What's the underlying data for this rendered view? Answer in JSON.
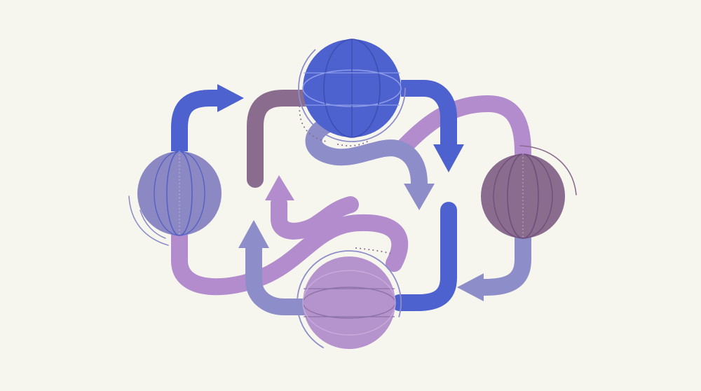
{
  "colors": {
    "background": "#f7f6ee",
    "blue": "#4d61cf",
    "periwinkle": "#8d8dc9",
    "lilac": "#b28ccc",
    "plum": "#8a6c8e",
    "lavender_sphere": "#8b88c4"
  },
  "nodes": [
    {
      "name": "top-sphere",
      "color": "#4d61cf"
    },
    {
      "name": "left-sphere",
      "color": "#8b88c4"
    },
    {
      "name": "right-sphere",
      "color": "#8a6c8e"
    },
    {
      "name": "bottom-sphere",
      "color": "#b594cd"
    }
  ],
  "flows": [
    {
      "name": "blue-arrow-left-to-top",
      "color": "#4d61cf"
    },
    {
      "name": "blue-arrow-top-to-right",
      "color": "#4d61cf"
    },
    {
      "name": "blue-arrow-right-to-bottom",
      "color": "#4d61cf"
    },
    {
      "name": "plum-arrow-top-left",
      "color": "#8a6c8e"
    },
    {
      "name": "periwinkle-arrow-top-to-center",
      "color": "#8d8dc9"
    },
    {
      "name": "lilac-arrow-to-right-sphere",
      "color": "#b28ccc"
    },
    {
      "name": "periwinkle-arrow-right-to-bottom",
      "color": "#8d8dc9"
    },
    {
      "name": "periwinkle-arrow-bottom-to-left",
      "color": "#8d8dc9"
    },
    {
      "name": "lilac-arrow-left-sphere-loop",
      "color": "#b28ccc"
    },
    {
      "name": "lilac-arrow-center-up",
      "color": "#b28ccc"
    }
  ]
}
